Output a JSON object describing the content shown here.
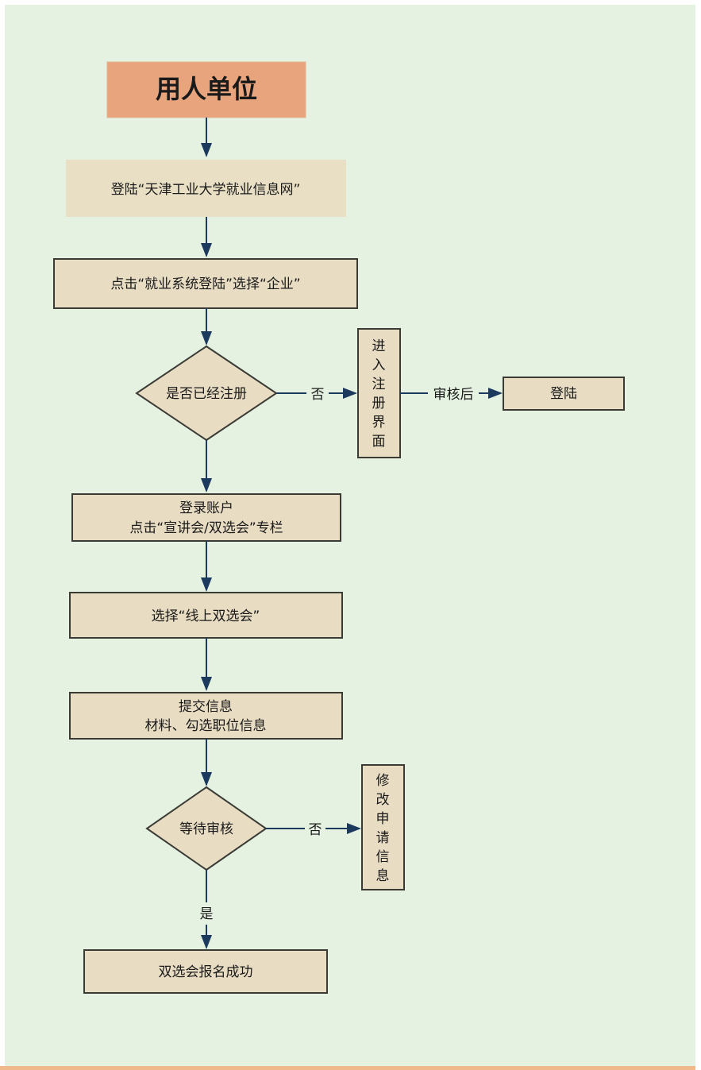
{
  "colors": {
    "background": "#e5f2e1",
    "title_box_fill": "#e8a47c",
    "title_box_stroke": "#e3b28f",
    "plain_box_fill": "#e8dfc4",
    "node_fill": "#e8dcc3",
    "node_stroke": "#3b3b36",
    "connector": "#1c3a5e",
    "text": "#1a1a1a",
    "accent_border": "#efb98c"
  },
  "nodes": {
    "title": "用人单位",
    "login_site": "登陆“天津工业大学就业信息网”",
    "click_login": "点击“就业系统登陆”选择“企业”",
    "registered_check": "是否已经注册",
    "enter_register": [
      "进",
      "入",
      "注",
      "册",
      "界",
      "面"
    ],
    "login_final": "登陆",
    "login_account": [
      "登录账户",
      "点击“宣讲会/双选会”专栏"
    ],
    "select_online": "选择“线上双选会”",
    "submit_info": [
      "提交信息",
      "材料、勾选职位信息"
    ],
    "wait_review": "等待审核",
    "modify_info": [
      "修",
      "改",
      "申",
      "请",
      "信",
      "息"
    ],
    "success": "双选会报名成功"
  },
  "edges": {
    "no_1": "否",
    "after_review": "审核后",
    "no_2": "否",
    "yes": "是"
  }
}
